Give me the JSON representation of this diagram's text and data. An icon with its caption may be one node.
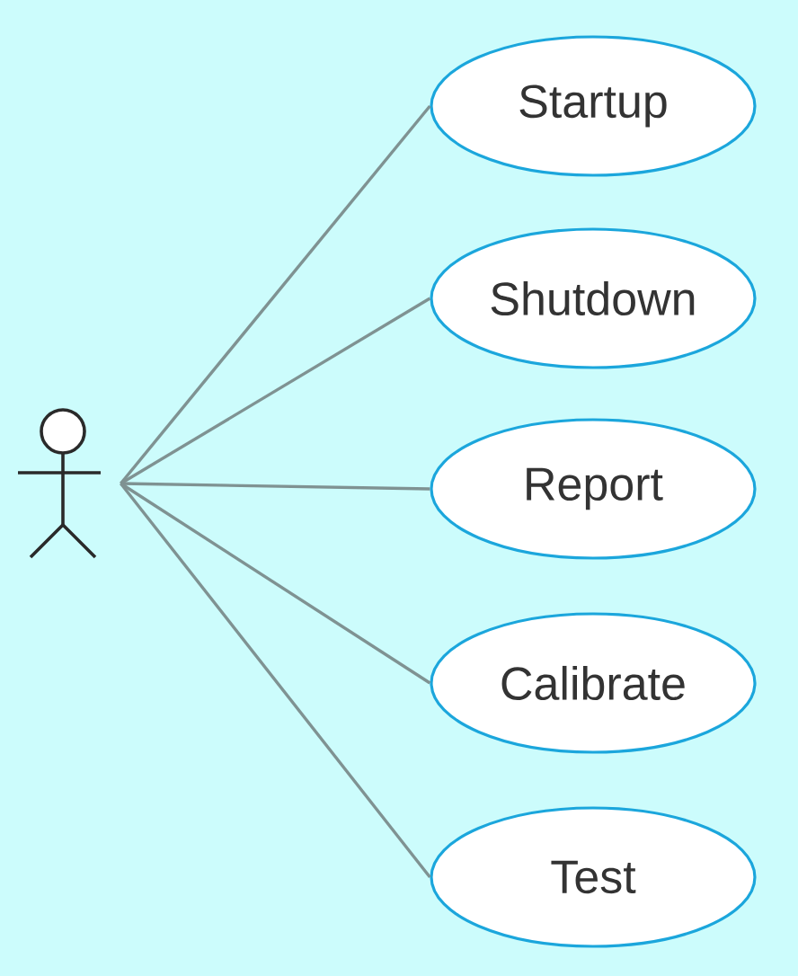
{
  "diagram": {
    "nodes": [
      {
        "text": [],
        "shape": "person"
      },
      {
        "text": [
          "Startup"
        ]
      },
      {
        "text": [
          "Shutdown"
        ]
      },
      {
        "text": [
          "Report"
        ]
      },
      {
        "text": [
          "Calibrate"
        ]
      },
      {
        "text": [
          "Test"
        ]
      }
    ],
    "edges": [
      {
        "from": 0,
        "to": 1,
        "arrow": "none"
      },
      {
        "from": 0,
        "to": 2,
        "arrow": "none"
      },
      {
        "from": 0,
        "to": 3,
        "arrow": "none"
      },
      {
        "from": 0,
        "to": 4,
        "arrow": "none"
      },
      {
        "from": 0,
        "to": 5,
        "arrow": "none"
      }
    ]
  }
}
